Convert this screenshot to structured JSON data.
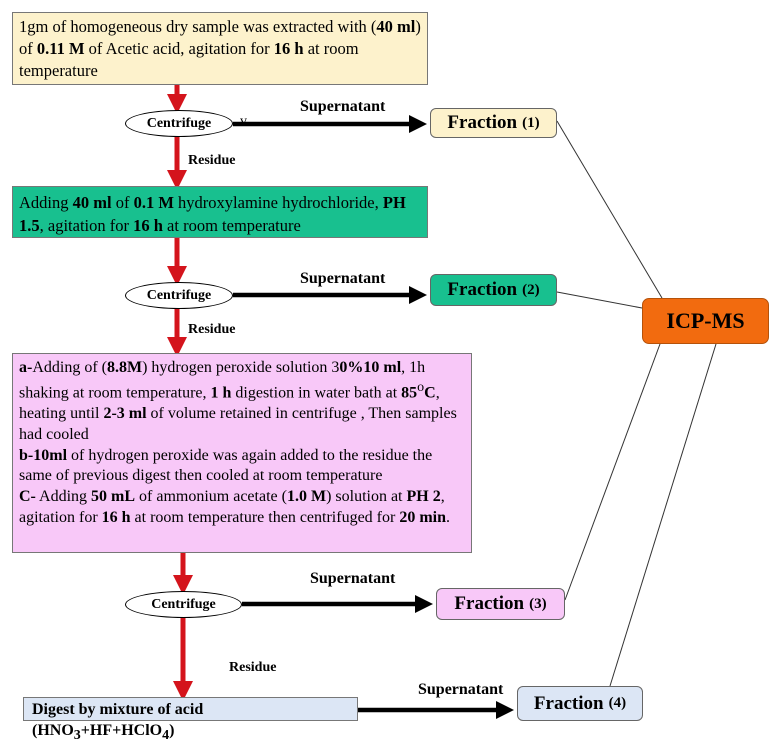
{
  "step1": {
    "t1": "1gm of homogeneous dry sample was extracted with (",
    "b1": "40 ml",
    "t2": ") of ",
    "b2": "0.11 M",
    "t3": " of Acetic acid, agitation for ",
    "b3": "16 h",
    "t4": " at room temperature"
  },
  "step2": {
    "t1": "Adding ",
    "b1": "40 ml",
    "t2": "  of ",
    "b2": "0.1 M",
    "t3": " hydroxylamine hydrochloride, ",
    "b3": "PH 1.5",
    "t4": ", agitation for ",
    "b4": "16 h",
    "t5": " at room temperature"
  },
  "step3": {
    "a_label": "a-",
    "a1": "Adding of (",
    "a_b1": "8.8M",
    "a2": ")  hydrogen peroxide solution 3",
    "a_b2": "0%10 ml",
    "a3": ", 1h shaking at room temperature, ",
    "a_b3": "1 h",
    "a4": " digestion in water bath at ",
    "a_b4": "85",
    "a_sup": "o",
    "a_b5": "C",
    "a5": ", heating until ",
    "a_b6": "2-3 ml",
    "a6": " of volume retained in centrifuge , Then samples had cooled",
    "b_label": "b-",
    "b_b1": "10ml",
    "b1": " of hydrogen peroxide was again added to the residue the same of previous digest then cooled at room temperature",
    "c_label": "C-",
    "c1": " Adding  ",
    "c_b1": "50 mL",
    "c2": " of ammonium acetate (",
    "c_b2": "1.0 M",
    "c3": ") solution at ",
    "c_b3": "PH 2",
    "c4": ", agitation for ",
    "c_b4": "16 h",
    "c5": "  at room temperature then centrifuged for ",
    "c_b5": "20 min",
    "c6": "."
  },
  "step4": {
    "t1": "Digest  by mixture of acid (HNO",
    "s1": "3",
    "t2": "+HF+HClO",
    "s2": "4",
    "t3": ")"
  },
  "centrifuge_label": "Centrifuge",
  "supernatant_label": "Supernatant",
  "residue_label": "Residue",
  "stray_mark": "v",
  "fractions": [
    {
      "label": "Fraction",
      "num": "(1)"
    },
    {
      "label": "Fraction",
      "num": "(2)"
    },
    {
      "label": "Fraction",
      "num": "(3)"
    },
    {
      "label": "Fraction",
      "num": "(4)"
    }
  ],
  "icpms_label": "ICP-MS",
  "colors": {
    "step1_bg": "#fdf2cc",
    "step2_bg": "#18c08f",
    "step3_bg": "#f8c8f8",
    "step4_bg": "#dce6f5",
    "icpms_bg": "#f26b0f",
    "down_arrow": "#d4141c",
    "side_arrow": "#000000"
  }
}
